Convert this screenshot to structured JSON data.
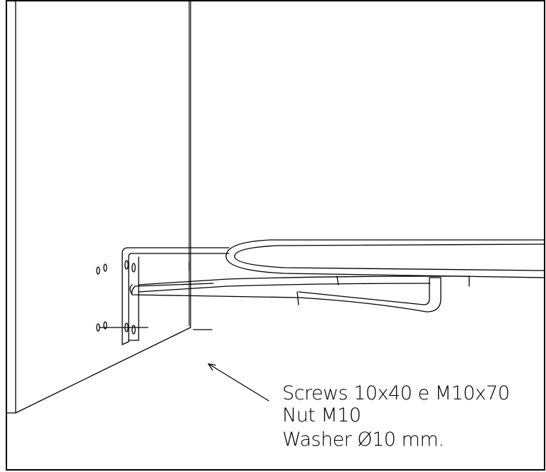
{
  "callout": {
    "line1": "Screws 10x40 e M10x70",
    "line2": "Nut M10",
    "line3": "Washer Ø10 mm."
  }
}
